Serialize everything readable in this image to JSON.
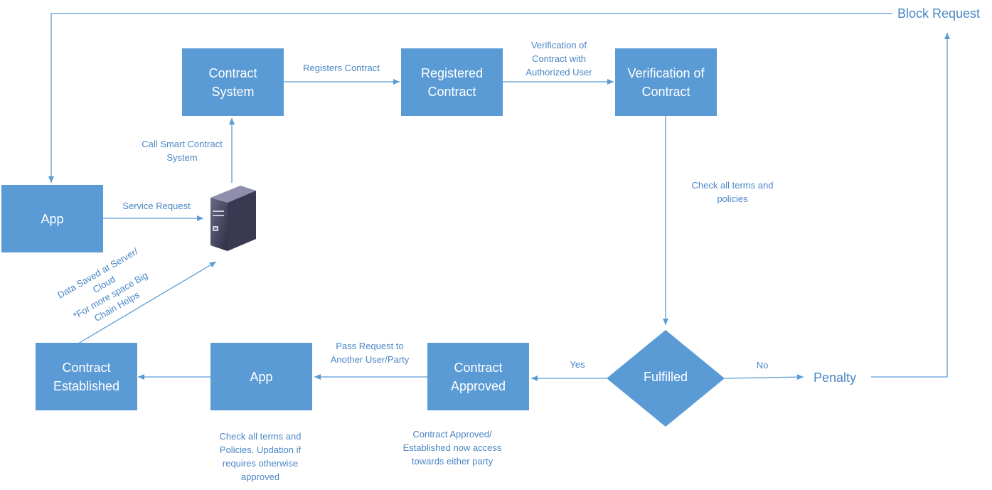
{
  "nodes": {
    "app_left": "App",
    "contract_system": "Contract\nSystem",
    "registered_contract": "Registered\nContract",
    "verification_contract": "Verification of\nContract",
    "fulfilled": "Fulfilled",
    "contract_approved": "Contract\nApproved",
    "app_bottom": "App",
    "contract_established": "Contract\nEstablished",
    "penalty": "Penalty",
    "block_request": "Block Request"
  },
  "edge_labels": {
    "registers_contract": "Registers Contract",
    "verification_authorized": "Verification of\nContract with\nAuthorized User",
    "call_smart_contract": "Call Smart Contract\nSystem",
    "service_request": "Service Request",
    "check_terms_policies": "Check all terms and\npolicies",
    "yes": "Yes",
    "no": "No",
    "pass_request": "Pass Request to\nAnother User/Party",
    "data_saved": "Data Saved at Server/\nCloud\n*For more space Big\nChain Helps"
  },
  "notes": {
    "check_terms_update": "Check all terms and\nPolicies. Updation if\nrequires otherwise\napproved",
    "contract_approved_access": "Contract Approved/\nEstablished now access\ntowards either party"
  },
  "icons": {
    "server": "server-icon"
  },
  "colors": {
    "box_fill": "#5b9bd5",
    "line": "#5b9bd5",
    "label_text": "#4a86c5"
  }
}
